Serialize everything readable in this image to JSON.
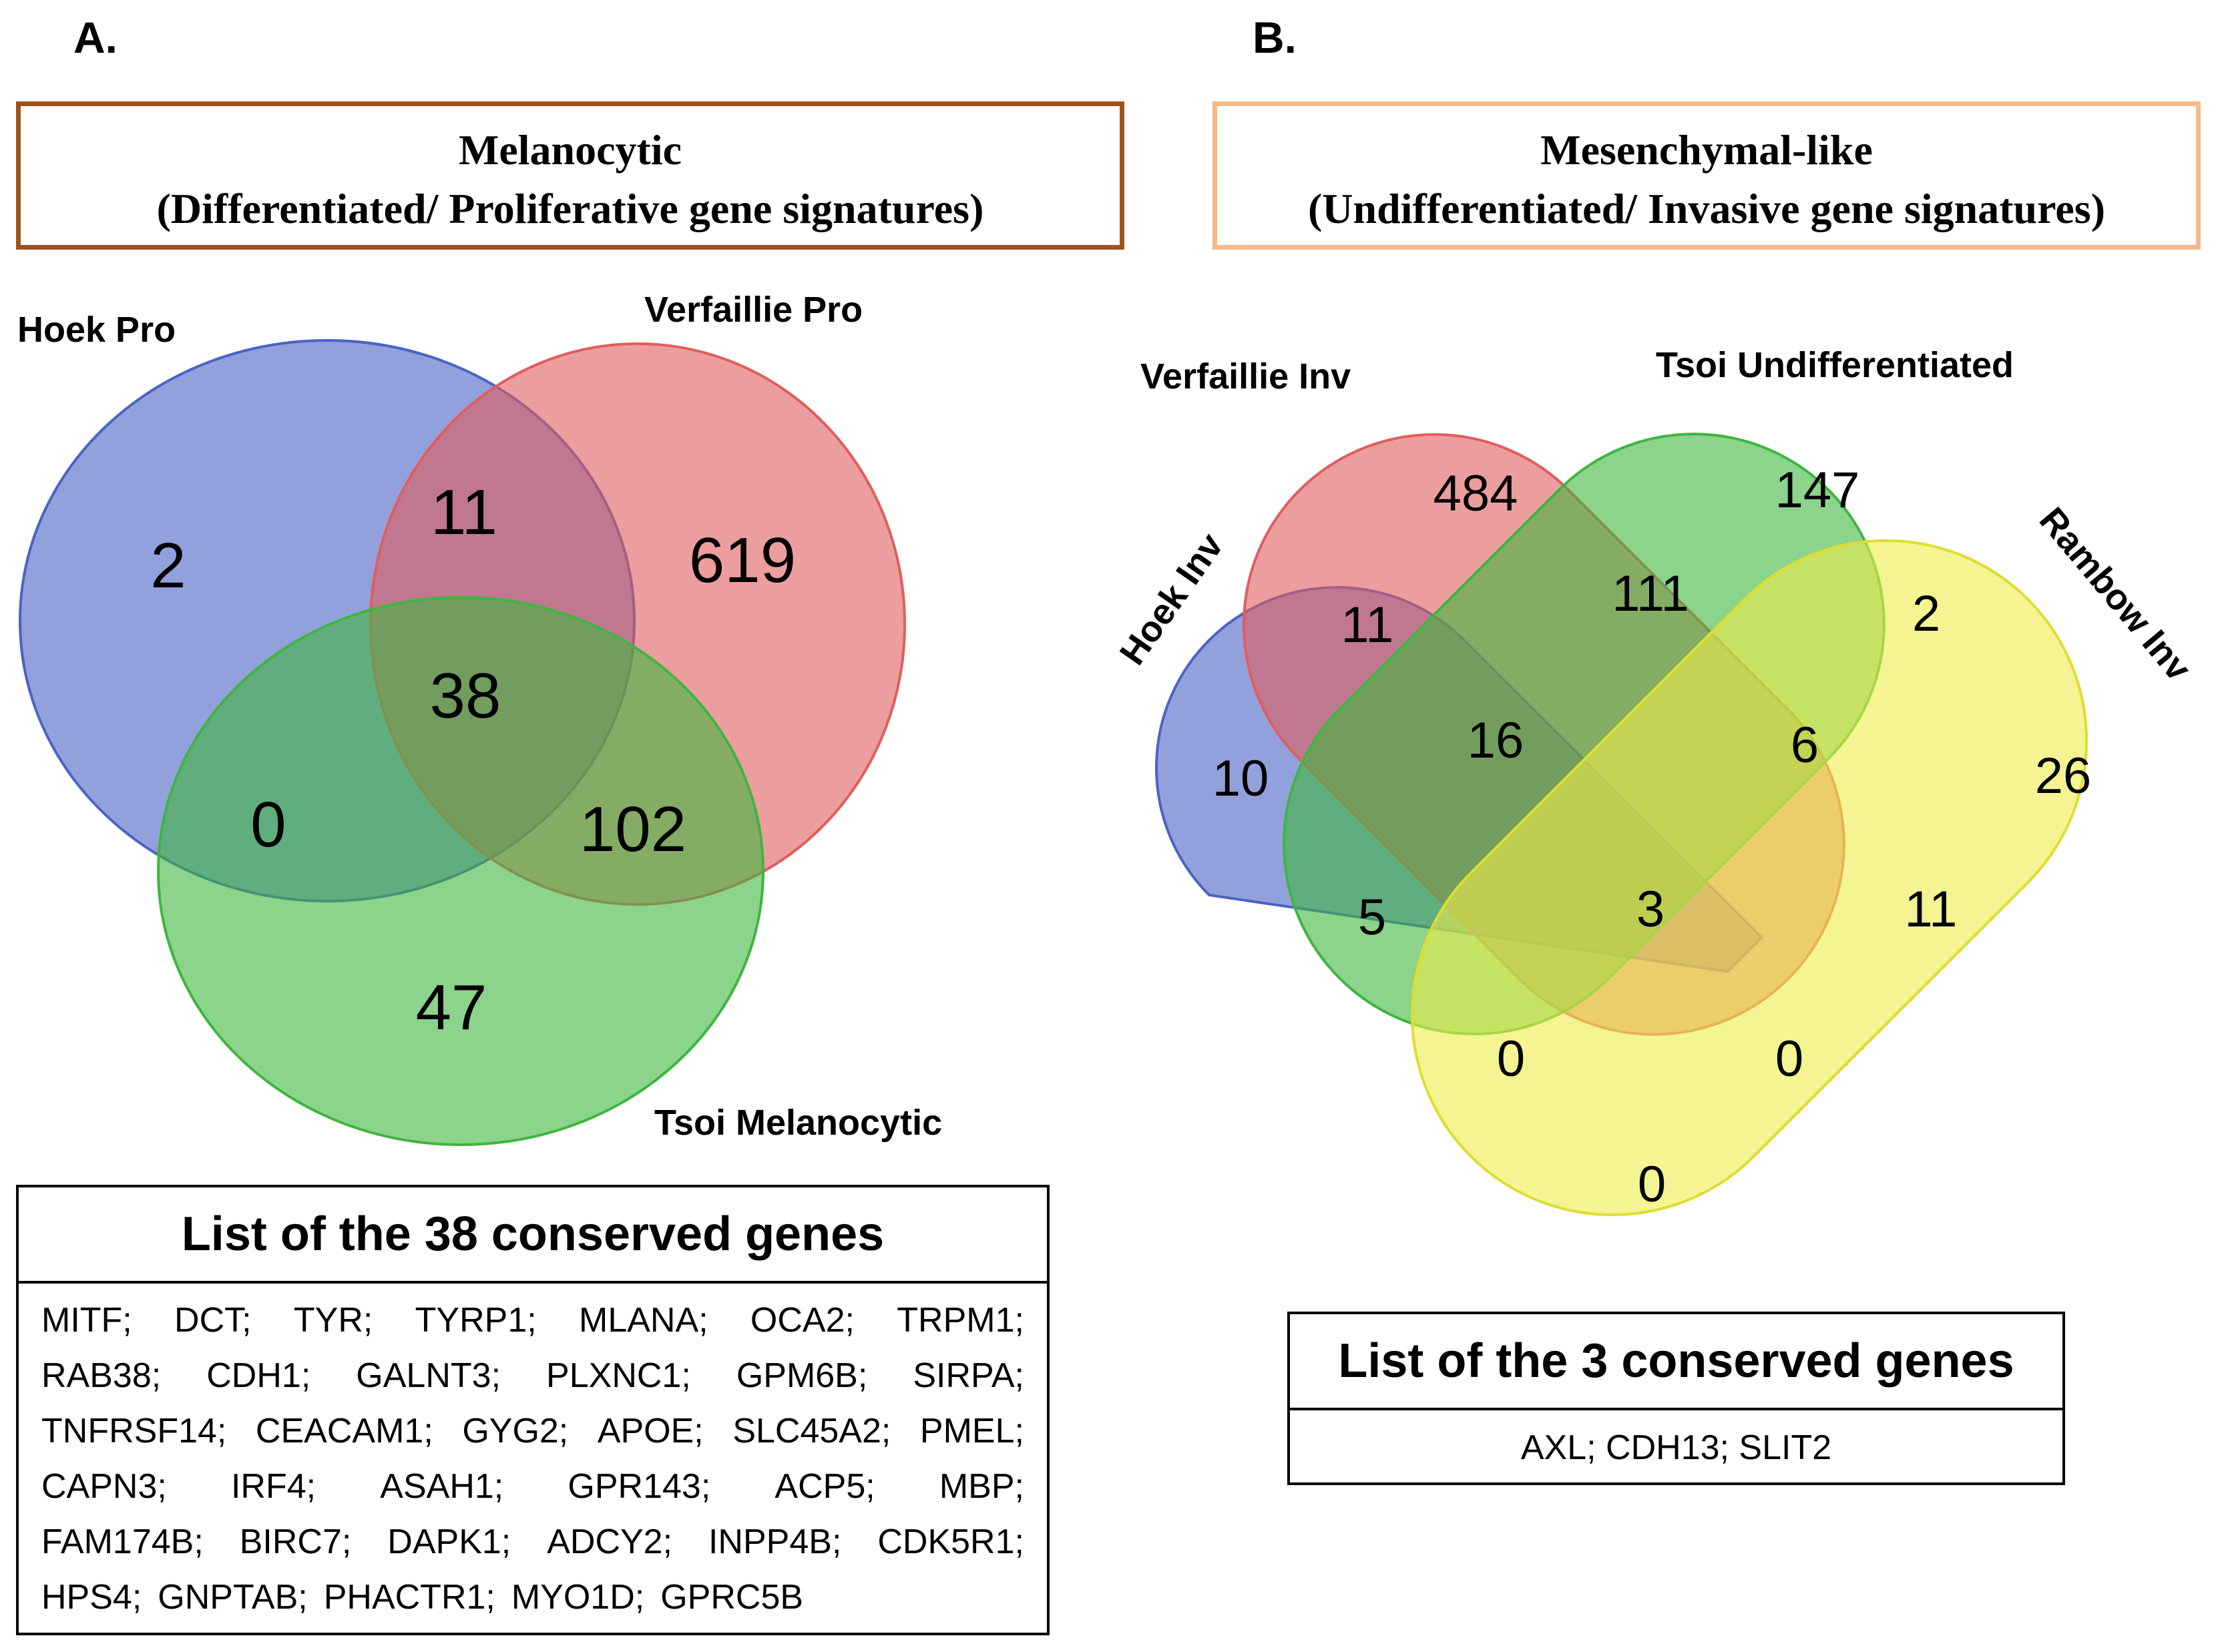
{
  "panels": {
    "a": {
      "letter": "A.",
      "title_line1": "Melanocytic",
      "title_line2": "(Differentiated/  Proliferative  gene  signatures)",
      "box_color": "#a0521d",
      "sets": {
        "hoek": {
          "label": "Hoek Pro",
          "color": "#4a63c4"
        },
        "verfaillie": {
          "label": "Verfaillie Pro",
          "color": "#e05d5d"
        },
        "tsoi": {
          "label": "Tsoi Melanocytic",
          "color": "#3fb53f"
        }
      },
      "regions": {
        "hoek_only": "2",
        "hoek_verfaillie": "11",
        "verfaillie_only": "619",
        "all_three": "38",
        "hoek_tsoi": "0",
        "verfaillie_tsoi": "102",
        "tsoi_only": "47"
      },
      "gene_list": {
        "heading": "List of  the 38 conserved genes",
        "rows": [
          [
            "MITF;",
            "DCT;",
            "TYR;",
            "TYRP1;",
            "MLANA;",
            "OCA2;",
            "TRPM1;"
          ],
          [
            "RAB38;",
            "CDH1;",
            "GALNT3;",
            "PLXNC1;",
            "GPM6B;",
            "SIRPA;"
          ],
          [
            "TNFRSF14;",
            "CEACAM1;",
            "GYG2;",
            "APOE;",
            "SLC45A2;",
            "PMEL;"
          ],
          [
            "CAPN3;",
            "IRF4;",
            "ASAH1;",
            "GPR143;",
            "ACP5;",
            "MBP;"
          ],
          [
            "FAM174B;",
            "BIRC7;",
            "DAPK1;",
            "ADCY2;",
            "INPP4B;",
            "CDK5R1;"
          ],
          [
            "HPS4;",
            "GNPTAB;",
            "PHACTR1;",
            "MYO1D;",
            "GPRC5B"
          ]
        ]
      }
    },
    "b": {
      "letter": "B.",
      "title_line1": "Mesenchymal-like",
      "title_line2": "(Undifferentiated/  Invasive  gene  signatures)",
      "box_color": "#f6b989",
      "sets": {
        "hoek": {
          "label": "Hoek Inv",
          "color": "#4a63c4"
        },
        "verfaillie": {
          "label": "Verfaillie Inv",
          "color": "#e05d5d"
        },
        "tsoi": {
          "label": "Tsoi Undifferentiated",
          "color": "#3fb53f"
        },
        "rambow": {
          "label": "Rambow Inv",
          "color": "#eded4a"
        }
      },
      "regions": {
        "verfaillie_only": "484",
        "tsoi_only": "147",
        "verfaillie_tsoi": "111",
        "hoek_verfaillie": "11",
        "tsoi_rambow": "2",
        "hoek_only": "10",
        "hoek_verfaillie_tsoi": "16",
        "verfaillie_tsoi_rambow": "6",
        "rambow_only": "26",
        "hoek_tsoi": "5",
        "all_four": "3",
        "verfaillie_rambow": "11",
        "hoek_tsoi_rambow": "0",
        "hoek_verfaillie_rambow": "0",
        "hoek_rambow": "0"
      },
      "gene_list": {
        "heading": "List of the 3 conserved genes",
        "genes": "AXL; CDH13; SLIT2"
      }
    }
  }
}
